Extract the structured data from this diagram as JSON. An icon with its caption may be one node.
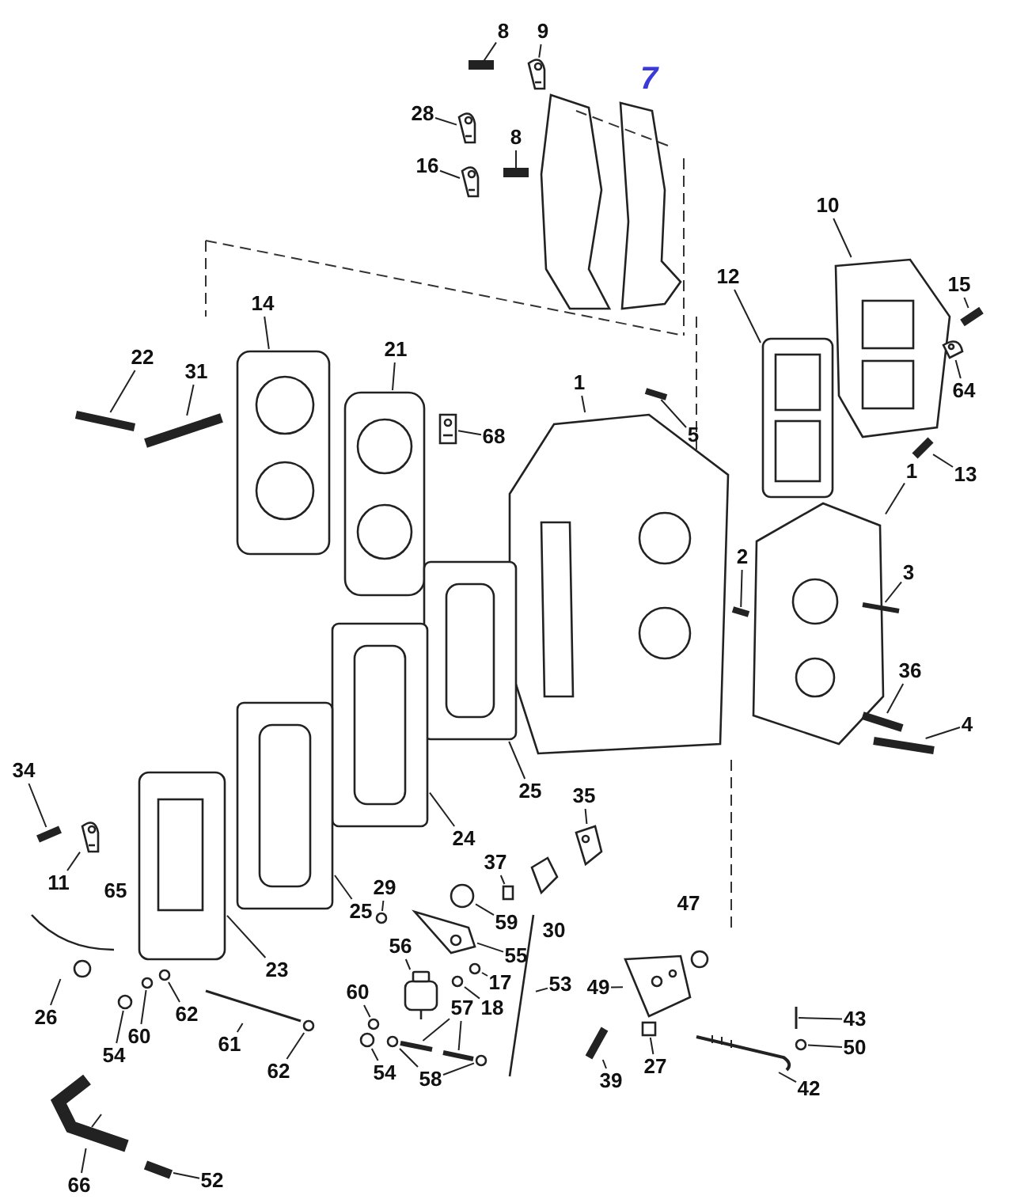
{
  "diagram": {
    "nodes": [
      {
        "text": [
          "8"
        ]
      },
      {
        "text": [
          "9"
        ]
      },
      {
        "text": [
          "28"
        ]
      },
      {
        "text": [
          "16"
        ]
      },
      {
        "text": [
          "8"
        ]
      },
      {
        "text": [
          "10"
        ]
      },
      {
        "text": [
          "12"
        ]
      },
      {
        "text": [
          "15"
        ]
      },
      {
        "text": [
          "14"
        ]
      },
      {
        "text": [
          "22"
        ]
      },
      {
        "text": [
          "31"
        ]
      },
      {
        "text": [
          "21"
        ]
      },
      {
        "text": [
          "68"
        ]
      },
      {
        "text": [
          "1"
        ]
      },
      {
        "text": [
          "5"
        ]
      },
      {
        "text": [
          "64"
        ]
      },
      {
        "text": [
          "13"
        ]
      },
      {
        "text": [
          "1"
        ]
      },
      {
        "text": [
          "2"
        ]
      },
      {
        "text": [
          "3"
        ]
      },
      {
        "text": [
          "36"
        ]
      },
      {
        "text": [
          "4"
        ]
      },
      {
        "text": [
          "34"
        ]
      },
      {
        "text": [
          "25"
        ]
      },
      {
        "text": [
          "35"
        ]
      },
      {
        "text": [
          "24"
        ]
      },
      {
        "text": [
          "11"
        ]
      },
      {
        "text": [
          "29"
        ]
      },
      {
        "text": [
          "25"
        ]
      },
      {
        "text": [
          "37"
        ]
      },
      {
        "text": [
          "59"
        ]
      },
      {
        "text": [
          "56"
        ]
      },
      {
        "text": [
          "55"
        ]
      },
      {
        "text": [
          "17"
        ]
      },
      {
        "text": [
          "18"
        ]
      },
      {
        "text": [
          "53"
        ]
      },
      {
        "text": [
          "23"
        ]
      },
      {
        "text": [
          "26"
        ]
      },
      {
        "text": [
          "49"
        ]
      },
      {
        "text": [
          "60"
        ]
      },
      {
        "text": [
          "62"
        ]
      },
      {
        "text": [
          "54"
        ]
      },
      {
        "text": [
          "61"
        ]
      },
      {
        "text": [
          "62"
        ]
      },
      {
        "text": [
          "60"
        ]
      },
      {
        "text": [
          "57"
        ]
      },
      {
        "text": [
          "54"
        ]
      },
      {
        "text": [
          "58"
        ]
      },
      {
        "text": [
          "43"
        ]
      },
      {
        "text": [
          "50"
        ]
      },
      {
        "text": [
          "39"
        ]
      },
      {
        "text": [
          "27"
        ]
      },
      {
        "text": [
          "42"
        ]
      },
      {
        "text": [
          "66"
        ]
      },
      {
        "text": [
          "52"
        ]
      },
      {
        "text": [],
        "shape": "bar"
      },
      {
        "text": [],
        "shape": "picture"
      },
      {
        "text": [],
        "shape": "picture"
      },
      {
        "text": [],
        "shape": "picture"
      },
      {
        "text": [],
        "shape": "bar"
      },
      {
        "text": [],
        "shape": "picture"
      },
      {
        "text": [],
        "shape": "picture"
      },
      {
        "text": [],
        "shape": "bar"
      },
      {
        "text": [],
        "shape": "picture"
      },
      {
        "text": [],
        "shape": "bar"
      },
      {
        "text": [],
        "shape": "bar"
      },
      {
        "text": [],
        "shape": "picture"
      },
      {
        "text": [],
        "shape": "picture"
      },
      {
        "text": [],
        "shape": "picture"
      },
      {
        "text": [],
        "shape": "bar"
      },
      {
        "text": [],
        "shape": "picture"
      },
      {
        "text": [],
        "shape": "bar"
      },
      {
        "text": [],
        "shape": "picture"
      },
      {
        "text": [],
        "shape": "bar"
      },
      {
        "text": [],
        "shape": "bar"
      },
      {
        "text": [],
        "shape": "bar"
      },
      {
        "text": [],
        "shape": "bar"
      },
      {
        "text": [],
        "shape": "bar"
      },
      {
        "text": [],
        "shape": "picture"
      },
      {
        "text": [],
        "shape": "picture"
      },
      {
        "text": [],
        "shape": "picture"
      },
      {
        "text": [],
        "shape": "picture"
      },
      {
        "text": [],
        "shape": "circle"
      },
      {
        "text": [],
        "shape": "picture"
      },
      {
        "text": [],
        "shape": "box"
      },
      {
        "text": [],
        "shape": "circle"
      },
      {
        "text": [],
        "shape": "picture"
      },
      {
        "text": [],
        "shape": "picture"
      },
      {
        "text": [],
        "shape": "circle"
      },
      {
        "text": [],
        "shape": "circle"
      },
      {
        "text": [],
        "shape": "bar"
      },
      {
        "text": [],
        "shape": "picture"
      },
      {
        "text": [],
        "shape": "picture"
      },
      {
        "text": [],
        "shape": "picture"
      },
      {
        "text": [],
        "shape": "circle"
      },
      {
        "text": [],
        "shape": "circle"
      },
      {
        "text": [],
        "shape": "circle"
      },
      {
        "text": [],
        "shape": "bar"
      },
      {
        "text": [],
        "shape": "circle"
      },
      {
        "text": [],
        "shape": "circle"
      },
      {
        "text": [],
        "shape": "bar"
      },
      {
        "text": [],
        "shape": "bar"
      },
      {
        "text": [],
        "shape": "circle"
      },
      {
        "text": [],
        "shape": "circle"
      },
      {
        "text": [],
        "shape": "circle"
      },
      {
        "text": [],
        "shape": "bar"
      },
      {
        "text": [],
        "shape": "circle"
      },
      {
        "text": [],
        "shape": "bar"
      },
      {
        "text": [],
        "shape": "box"
      },
      {
        "text": [],
        "shape": "picture"
      },
      {
        "text": [],
        "shape": "picture"
      },
      {
        "text": [],
        "shape": "bar"
      }
    ],
    "edges": [
      {
        "from": 0,
        "to": 55,
        "arrow": "none"
      },
      {
        "from": 1,
        "to": 56,
        "arrow": "none"
      },
      {
        "from": 2,
        "to": 57,
        "arrow": "none"
      },
      {
        "from": 3,
        "to": 58,
        "arrow": "none"
      },
      {
        "from": 4,
        "to": 59,
        "arrow": "none"
      },
      {
        "from": 5,
        "to": 60,
        "arrow": "none"
      },
      {
        "from": 6,
        "to": 61,
        "arrow": "none"
      },
      {
        "from": 7,
        "to": 62,
        "arrow": "none"
      },
      {
        "from": 8,
        "to": 63,
        "arrow": "none"
      },
      {
        "from": 9,
        "to": 64,
        "arrow": "none"
      },
      {
        "from": 10,
        "to": 65,
        "arrow": "none"
      },
      {
        "from": 11,
        "to": 66,
        "arrow": "none"
      },
      {
        "from": 12,
        "to": 67,
        "arrow": "none"
      },
      {
        "from": 13,
        "to": 68,
        "arrow": "none"
      },
      {
        "from": 14,
        "to": 69,
        "arrow": "none"
      },
      {
        "from": 15,
        "to": 70,
        "arrow": "none"
      },
      {
        "from": 16,
        "to": 71,
        "arrow": "none"
      },
      {
        "from": 17,
        "to": 72,
        "arrow": "none"
      },
      {
        "from": 18,
        "to": 73,
        "arrow": "none"
      },
      {
        "from": 19,
        "to": 74,
        "arrow": "none"
      },
      {
        "from": 20,
        "to": 75,
        "arrow": "none"
      },
      {
        "from": 21,
        "to": 76,
        "arrow": "none"
      },
      {
        "from": 22,
        "to": 77,
        "arrow": "none"
      },
      {
        "from": 23,
        "to": 78,
        "arrow": "none"
      },
      {
        "from": 24,
        "to": 79,
        "arrow": "none"
      },
      {
        "from": 25,
        "to": 80,
        "arrow": "none"
      },
      {
        "from": 26,
        "to": 81,
        "arrow": "none"
      },
      {
        "from": 27,
        "to": 82,
        "arrow": "none"
      },
      {
        "from": 28,
        "to": 83,
        "arrow": "none"
      },
      {
        "from": 29,
        "to": 84,
        "arrow": "none"
      },
      {
        "from": 30,
        "to": 85,
        "arrow": "none"
      },
      {
        "from": 31,
        "to": 86,
        "arrow": "none"
      },
      {
        "from": 32,
        "to": 87,
        "arrow": "none"
      },
      {
        "from": 33,
        "to": 88,
        "arrow": "none"
      },
      {
        "from": 34,
        "to": 89,
        "arrow": "none"
      },
      {
        "from": 35,
        "to": 90,
        "arrow": "none"
      },
      {
        "from": 36,
        "to": 91,
        "arrow": "none"
      },
      {
        "from": 37,
        "to": 92,
        "arrow": "none"
      },
      {
        "from": 38,
        "to": 93,
        "arrow": "none"
      },
      {
        "from": 39,
        "to": 94,
        "arrow": "none"
      },
      {
        "from": 40,
        "to": 95,
        "arrow": "none"
      },
      {
        "from": 41,
        "to": 96,
        "arrow": "none"
      },
      {
        "from": 42,
        "to": 97,
        "arrow": "none"
      },
      {
        "from": 43,
        "to": 98,
        "arrow": "none"
      },
      {
        "from": 44,
        "to": 99,
        "arrow": "none"
      },
      {
        "from": 45,
        "to": 100,
        "arrow": "none"
      },
      {
        "from": 45,
        "to": 101,
        "arrow": "none"
      },
      {
        "from": 46,
        "to": 102,
        "arrow": "none"
      },
      {
        "from": 47,
        "to": 103,
        "arrow": "none"
      },
      {
        "from": 47,
        "to": 104,
        "arrow": "none"
      },
      {
        "from": 48,
        "to": 105,
        "arrow": "none"
      },
      {
        "from": 49,
        "to": 106,
        "arrow": "none"
      },
      {
        "from": 50,
        "to": 107,
        "arrow": "none"
      },
      {
        "from": 51,
        "to": 108,
        "arrow": "none"
      },
      {
        "from": 52,
        "to": 109,
        "arrow": "none"
      },
      {
        "from": 53,
        "to": 110,
        "arrow": "none"
      },
      {
        "from": 54,
        "to": 111,
        "arrow": "none"
      }
    ],
    "labels": [
      "7",
      "65",
      "47",
      "30"
    ]
  }
}
